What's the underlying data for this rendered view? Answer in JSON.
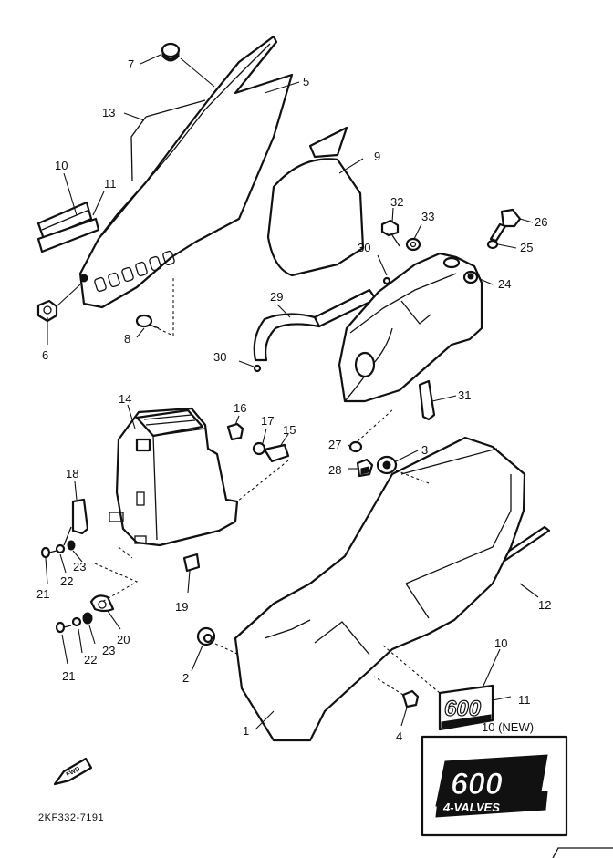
{
  "diagram": {
    "part_code": "2KF332-7191",
    "new_variant_label": "10 (NEW)",
    "emblem_number": "600",
    "emblem_subtitle": "4-VALVES",
    "emblem_small_number": "600",
    "front_arrow_label": "FWD",
    "callouts": [
      "1",
      "2",
      "3",
      "4",
      "5",
      "6",
      "7",
      "8",
      "9",
      "10",
      "11",
      "12",
      "13",
      "14",
      "15",
      "16",
      "17",
      "18",
      "19",
      "20",
      "21",
      "22",
      "23",
      "24",
      "25",
      "26",
      "27",
      "28",
      "29",
      "30",
      "31",
      "32",
      "33"
    ],
    "callouts_repeat": [
      "10",
      "11",
      "21",
      "22",
      "23",
      "30"
    ]
  }
}
